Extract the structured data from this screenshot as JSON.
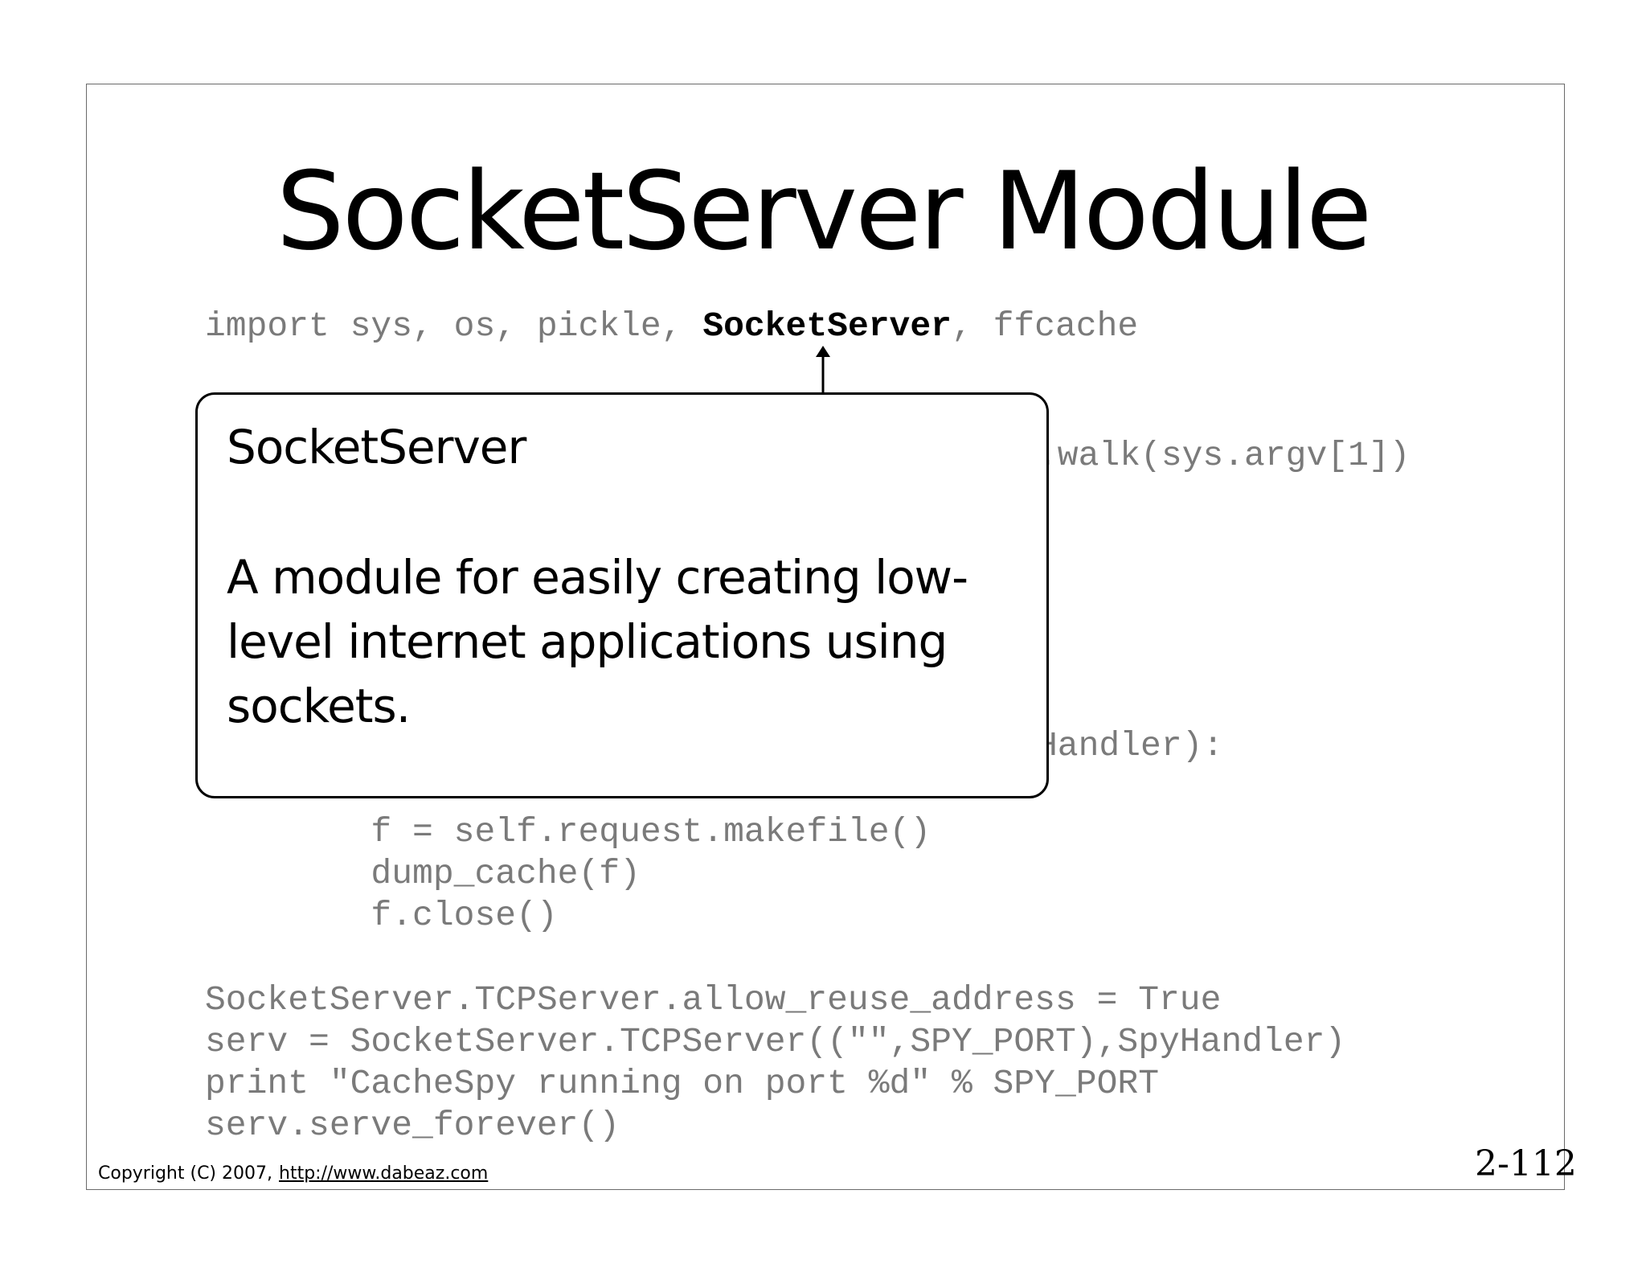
{
  "slide": {
    "title": "SocketServer Module",
    "slide_number": "2-112"
  },
  "code": {
    "import_prefix": "import sys, os, pickle, ",
    "import_highlight": "SocketServer",
    "import_suffix": ", ffcache",
    "walk_fragment": ".walk(sys.argv[1])",
    "handler_fragment": "Handler):",
    "line_makefile": "        f = self.request.makefile()",
    "line_dump": "        dump_cache(f)",
    "line_close": "        f.close()",
    "line_reuse": "SocketServer.TCPServer.allow_reuse_address = True",
    "line_serv": "serv = SocketServer.TCPServer((\"\",SPY_PORT),SpyHandler)",
    "line_print": "print \"CacheSpy running on port %d\" % SPY_PORT",
    "line_serve": "serv.serve_forever()"
  },
  "callout": {
    "heading": "SocketServer",
    "body": "A module for easily creating low-level internet applications using sockets."
  },
  "footer": {
    "copyright": "Copyright (C) 2007,",
    "link_text": "http://www.dabeaz.com"
  }
}
